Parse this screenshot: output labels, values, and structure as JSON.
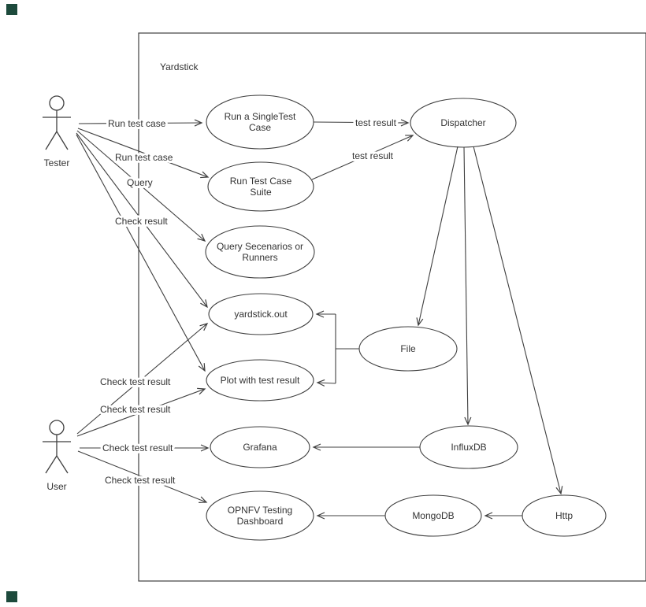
{
  "diagram": {
    "boundary_label": "Yardstick",
    "actors": {
      "tester": "Tester",
      "user": "User"
    },
    "nodes": {
      "single_test": {
        "l1": "Run a SingleTest",
        "l2": "Case"
      },
      "suite": {
        "l1": "Run Test Case",
        "l2": "Suite"
      },
      "query": {
        "l1": "Query Secenarios or",
        "l2": "Runners"
      },
      "yardstick_out": {
        "l1": "yardstick.out"
      },
      "plot": {
        "l1": "Plot with test result"
      },
      "grafana": {
        "l1": "Grafana"
      },
      "opnfv": {
        "l1": "OPNFV Testing",
        "l2": "Dashboard"
      },
      "dispatcher": {
        "l1": "Dispatcher"
      },
      "file": {
        "l1": "File"
      },
      "influxdb": {
        "l1": "InfluxDB"
      },
      "mongodb": {
        "l1": "MongoDB"
      },
      "http": {
        "l1": "Http"
      }
    },
    "edge_labels": {
      "tester_single": "Run test case",
      "tester_suite": "Run test case",
      "tester_query": "Query",
      "tester_yout": "Check result",
      "user_yout": "Check test result",
      "user_plot": "Check test result",
      "user_grafana": "Check test result",
      "user_opnfv": "Check test result",
      "single_dispatcher": "test result",
      "suite_dispatcher": "test result"
    },
    "colors": {
      "stroke": "#3f3f3f",
      "background": "#ffffff",
      "corner_marker": "#1d4a3c"
    }
  }
}
